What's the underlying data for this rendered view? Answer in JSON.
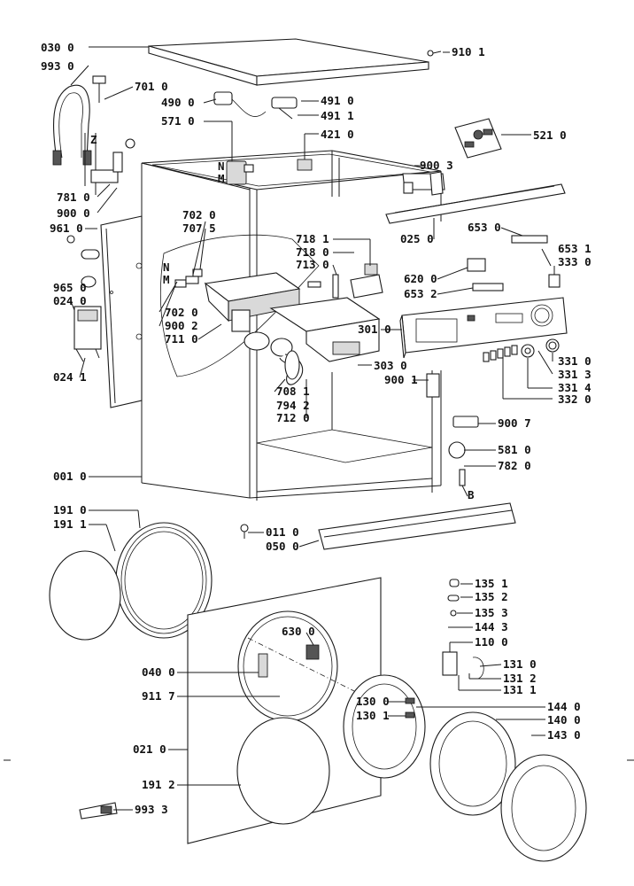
{
  "colors": {
    "ink": "#111111",
    "paper": "#ffffff",
    "shade": "#d9d9d9"
  },
  "labels": {
    "l0300": "030 0",
    "l9930": "993 0",
    "l7010": "701 0",
    "l4900": "490 0",
    "l4910": "491 0",
    "l4911": "491 1",
    "l5710": "571 0",
    "l4210": "421 0",
    "l9101": "910 1",
    "l5210": "521 0",
    "l9003": "900 3",
    "l7810": "781 0",
    "l9000": "900 0",
    "l7020a": "702 0",
    "l7075": "707 5",
    "l9610": "961 0",
    "l7181": "718 1",
    "l7180": "718 0",
    "l7130": "713 0",
    "l0250": "025 0",
    "l6530": "653 0",
    "l6531": "653 1",
    "l3330": "333 0",
    "l9650": "965 0",
    "l0240": "024 0",
    "l7020b": "702 0",
    "l9002": "900 2",
    "l7110": "711 0",
    "l6200": "620 0",
    "l6532": "653 2",
    "l3010": "301 0",
    "l3310": "331 0",
    "l3313": "331 3",
    "l3314": "331 4",
    "l3320": "332 0",
    "l0241": "024 1",
    "l7081": "708 1",
    "l7942": "794 2",
    "l7120": "712 0",
    "l3030": "303 0",
    "l9001": "900 1",
    "l9007": "900 7",
    "l5810": "581 0",
    "l7820": "782 0",
    "l0010": "001 0",
    "lB": "B",
    "l1910": "191 0",
    "l1911": "191 1",
    "l0110": "011 0",
    "l0500": "050 0",
    "l1351": "135 1",
    "l1352": "135 2",
    "l1353": "135 3",
    "l1443": "144 3",
    "l1100": "110 0",
    "l6300": "630 0",
    "l0400": "040 0",
    "l1310": "131 0",
    "l1312": "131 2",
    "l1311": "131 1",
    "l9117": "911 7",
    "l1300": "130 0",
    "l1301": "130 1",
    "l1440": "144 0",
    "l1400": "140 0",
    "l1430": "143 0",
    "l0210": "021 0",
    "l1912": "191 2",
    "l9933": "993 3",
    "valve_n1": "N",
    "valve_m1": "M",
    "valve_n2": "N",
    "valve_m2": "M",
    "wire_z": "Z"
  }
}
